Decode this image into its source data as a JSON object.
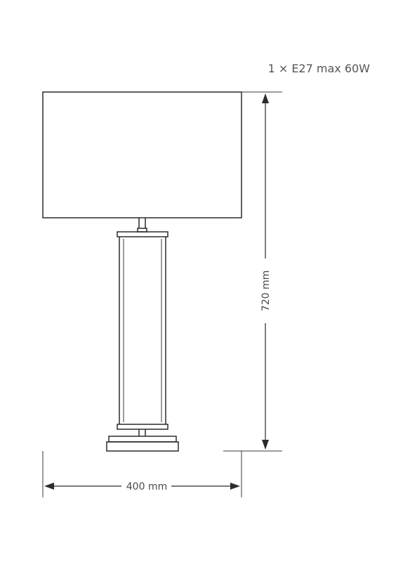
{
  "spec": {
    "bulb_label": "1 × E27 max 60W"
  },
  "dimensions": {
    "height_label": "720 mm",
    "width_label": "400 mm"
  }
}
